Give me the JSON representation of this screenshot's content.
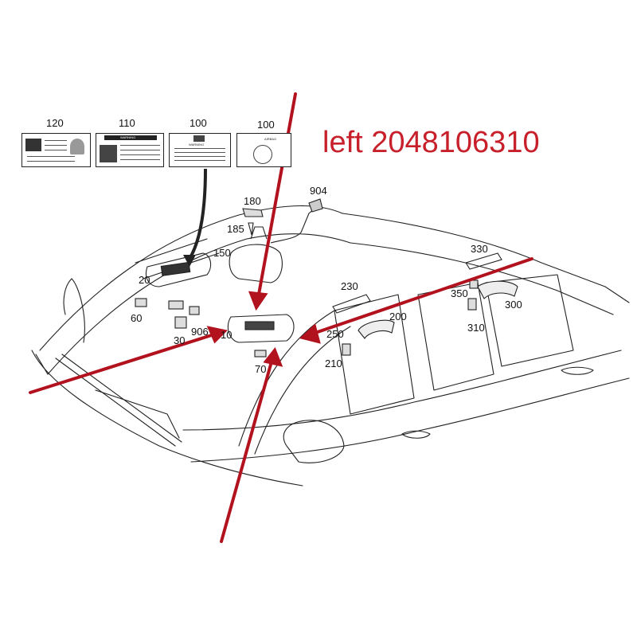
{
  "headline": "left 2048106310",
  "colors": {
    "line": "#222222",
    "arrow": "#b2121e",
    "headline": "#c8202a"
  },
  "callouts": {
    "c120": "120",
    "c110": "110",
    "c100a": "100",
    "c100b": "100",
    "c180": "180",
    "c904": "904",
    "c185": "185",
    "c150": "150",
    "c20": "20",
    "c330": "330",
    "c230": "230",
    "c350": "350",
    "c300": "300",
    "c60": "60",
    "c200": "200",
    "c310": "310",
    "c906": "906",
    "c10": "10",
    "c250": "250",
    "c30": "30",
    "c210": "210",
    "c70": "70"
  },
  "warning_labels": {
    "label_110_title": "WARNING",
    "label_100a_title": "WARNING",
    "label_100b_title": "AIRBAG"
  }
}
